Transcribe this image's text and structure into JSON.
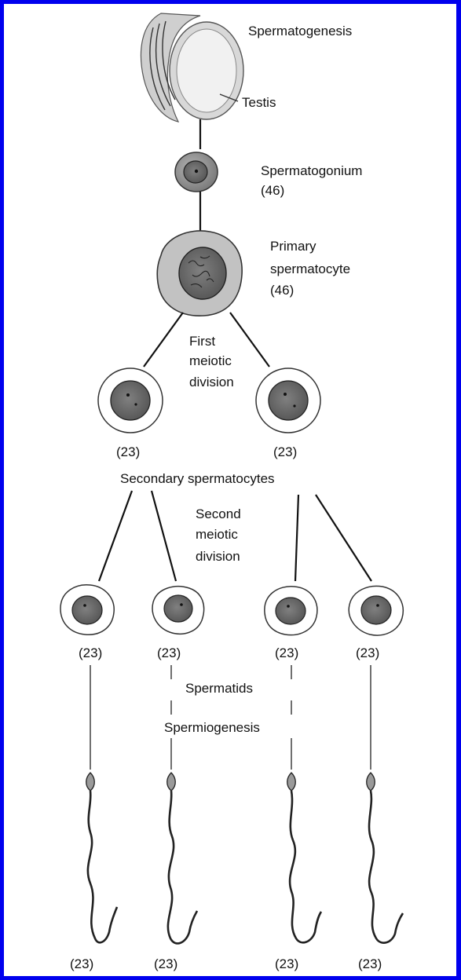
{
  "title": "Spermatogenesis",
  "labels": {
    "testis": "Testis",
    "spermatogonium": "Spermatogonium",
    "spermatogonium_count": "(46)",
    "primary_line1": "Primary",
    "primary_line2": "spermatocyte",
    "primary_count": "(46)",
    "first_div_line1": "First",
    "first_div_line2": "meiotic",
    "first_div_line3": "division",
    "secondary_count_left": "(23)",
    "secondary_count_right": "(23)",
    "secondary": "Secondary spermatocytes",
    "second_div_line1": "Second",
    "second_div_line2": "meiotic",
    "second_div_line3": "division",
    "spermatid_counts": [
      "(23)",
      "(23)",
      "(23)",
      "(23)"
    ],
    "spermatids": "Spermatids",
    "spermiogenesis": "Spermiogenesis",
    "sperm_counts": [
      "(23)",
      "(23)",
      "(23)",
      "(23)"
    ]
  },
  "colors": {
    "frame": "#0000ee",
    "cytoplasm": "#9e9e9e",
    "nucleus": "#6f6f6f",
    "halo": "#ffffff"
  }
}
